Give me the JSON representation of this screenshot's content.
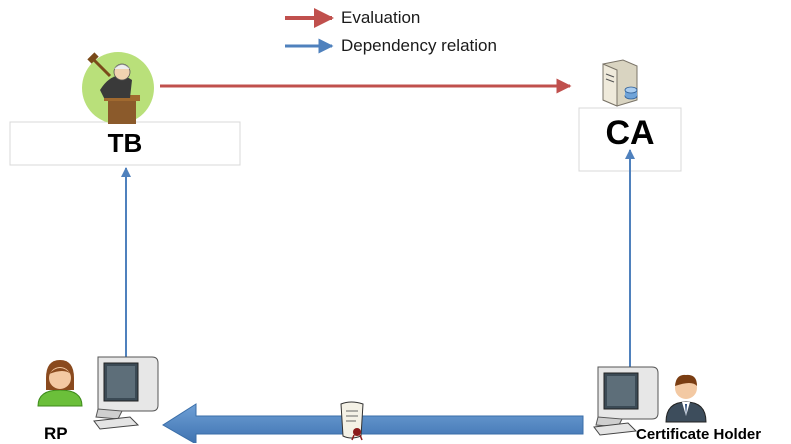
{
  "legend": {
    "evaluation": {
      "label": "Evaluation",
      "color": "#c0504d"
    },
    "dependency": {
      "label": "Dependency relation",
      "color": "#4f81bd"
    }
  },
  "nodes": {
    "tb": {
      "label": "TB",
      "icon": "judge-icon"
    },
    "ca": {
      "label": "CA",
      "icon": "server-icon"
    },
    "rp": {
      "label": "RP",
      "icons": [
        "user-female-icon",
        "computer-icon"
      ]
    },
    "holder": {
      "label": "Certificate Holder",
      "icons": [
        "computer-icon",
        "user-male-icon"
      ]
    }
  },
  "edges": [
    {
      "from": "tb",
      "to": "ca",
      "type": "evaluation"
    },
    {
      "from": "rp",
      "to": "tb",
      "type": "dependency"
    },
    {
      "from": "holder",
      "to": "ca",
      "type": "dependency"
    },
    {
      "from": "holder",
      "to": "rp",
      "type": "certificate-transfer",
      "icon": "certificate-scroll-icon",
      "color": "#4a86c5"
    }
  ]
}
